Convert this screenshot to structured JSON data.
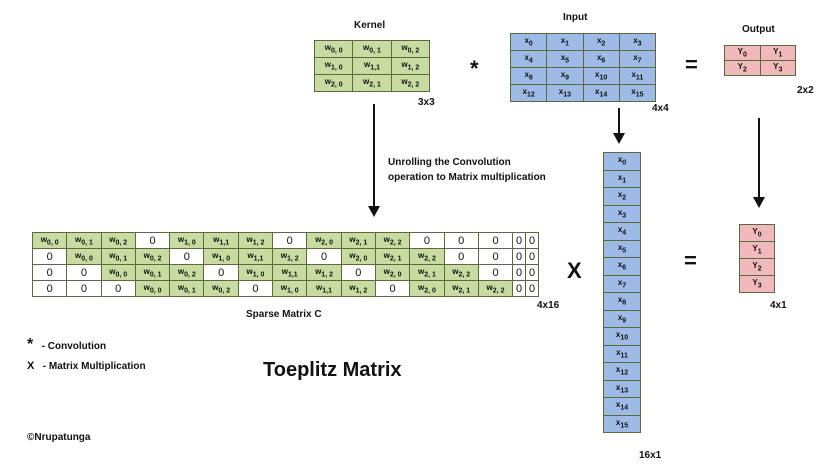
{
  "kernel": {
    "title": "Kernel",
    "dim": "3x3",
    "cells": [
      [
        "w0, 0",
        "w0, 1",
        "w0, 2"
      ],
      [
        "w1, 0",
        "w1,1",
        "w1, 2"
      ],
      [
        "w2, 0",
        "w2, 1",
        "w2, 2"
      ]
    ]
  },
  "input": {
    "title": "Input",
    "dim": "4x4",
    "cells": [
      [
        "x0",
        "x1",
        "x2",
        "x3"
      ],
      [
        "x4",
        "x5",
        "x6",
        "x7"
      ],
      [
        "x8",
        "x9",
        "x10",
        "x11"
      ],
      [
        "x12",
        "x13",
        "x14",
        "x15"
      ]
    ]
  },
  "output": {
    "title": "Output",
    "dim": "2x2",
    "cells": [
      [
        "Y0",
        "Y1"
      ],
      [
        "Y2",
        "Y3"
      ]
    ]
  },
  "operators": {
    "convolution": "*",
    "equals_top": "=",
    "multiply": "X",
    "equals_bottom": "="
  },
  "unroll_text": [
    "Unrolling the Convolution",
    "operation to Matrix multiplication"
  ],
  "sparse": {
    "caption": "Sparse Matrix C",
    "dim": "4x16",
    "rows": [
      [
        "w0, 0",
        "w0, 1",
        "w0, 2",
        "0",
        "w1, 0",
        "w1,1",
        "w1, 2",
        "0",
        "w2, 0",
        "w2, 1",
        "w2, 2",
        "0",
        "0",
        "0",
        "0",
        "0"
      ],
      [
        "0",
        "w0, 0",
        "w0, 1",
        "w0, 2",
        "0",
        "w1, 0",
        "w1,1",
        "w1, 2",
        "0",
        "w2, 0",
        "w2, 1",
        "w2, 2",
        "0",
        "0",
        "0",
        "0"
      ],
      [
        "0",
        "0",
        "w0, 0",
        "w0, 1",
        "w0, 2",
        "0",
        "w1, 0",
        "w1,1",
        "w1, 2",
        "0",
        "w2, 0",
        "w2, 1",
        "w2, 2",
        "0",
        "0",
        "0"
      ],
      [
        "0",
        "0",
        "0",
        "w0, 0",
        "w0, 1",
        "w0, 2",
        "0",
        "w1, 0",
        "w1,1",
        "w1, 2",
        "0",
        "w2, 0",
        "w2, 1",
        "w2, 2",
        "0",
        "0"
      ]
    ]
  },
  "column_vector": {
    "dim": "16x1",
    "cells": [
      "x0",
      "x1",
      "x2",
      "x3",
      "x4",
      "x5",
      "x6",
      "x7",
      "x8",
      "x9",
      "x10",
      "x11",
      "x12",
      "x13",
      "x14",
      "x15"
    ]
  },
  "result_vector": {
    "dim": "4x1",
    "cells": [
      "Y0",
      "Y1",
      "Y2",
      "Y3"
    ]
  },
  "legend": {
    "items": [
      {
        "symbol": "*",
        "label": "- Convolution"
      },
      {
        "symbol": "X",
        "label": "- Matrix Multiplication"
      }
    ]
  },
  "title": "Toeplitz Matrix",
  "credit": "©Nrupatunga",
  "colors": {
    "green": "#c8dba0",
    "blue": "#9dbbe6",
    "pink": "#f2b9bd"
  }
}
